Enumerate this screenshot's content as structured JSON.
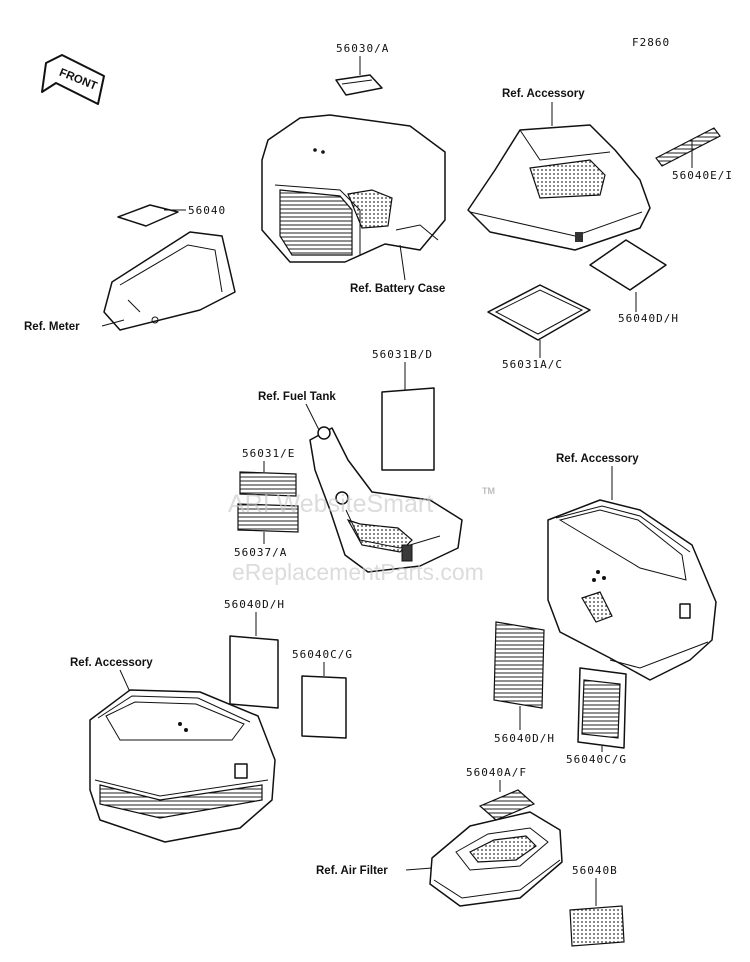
{
  "figure_code": "F2860",
  "front_label": "FRONT",
  "watermarks": {
    "primary": "ARI WebsiteSmart",
    "tm": "TM",
    "secondary": "eReplacementParts.com"
  },
  "labels": {
    "part_56030A": "56030/A",
    "ref_accessory_top": "Ref. Accessory",
    "part_56040EI": "56040E/I",
    "part_56040": "56040",
    "ref_battery_case": "Ref. Battery Case",
    "ref_meter": "Ref. Meter",
    "part_56040DH_top": "56040D/H",
    "part_56031AC": "56031A/C",
    "part_56031BD": "56031B/D",
    "ref_fuel_tank": "Ref. Fuel Tank",
    "part_56031E": "56031/E",
    "part_56037A": "56037/A",
    "ref_accessory_right": "Ref. Accessory",
    "part_56040DH_mid": "56040D/H",
    "part_56040CG_mid": "56040C/G",
    "ref_accessory_left": "Ref. Accessory",
    "part_56040DH_right": "56040D/H",
    "part_56040CG_right": "56040C/G",
    "part_56040AF": "56040A/F",
    "ref_air_filter": "Ref. Air Filter",
    "part_56040B": "56040B"
  }
}
